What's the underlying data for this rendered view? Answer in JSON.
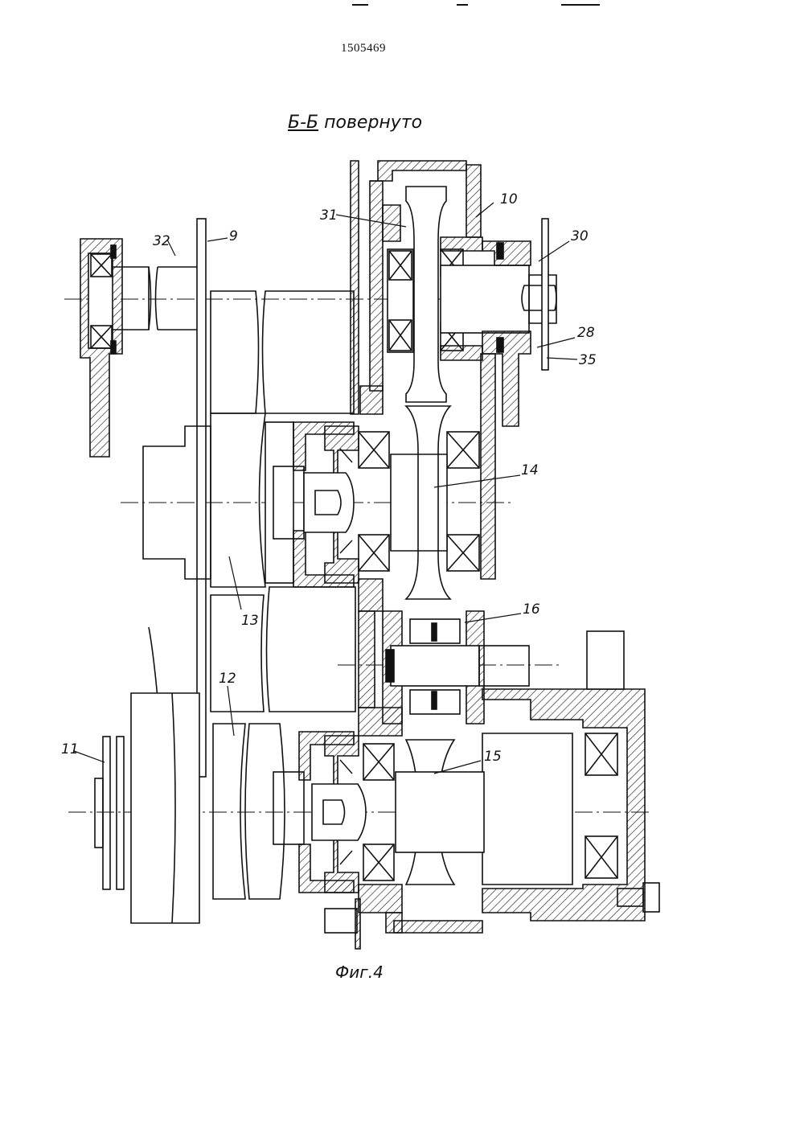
{
  "header": {
    "patent_number": "1505469",
    "section_prefix": "Б-Б",
    "section_suffix": " повернуто"
  },
  "figure_caption": "Фиг.4",
  "reference_labels": [
    "9",
    "10",
    "11",
    "12",
    "13",
    "14",
    "15",
    "16",
    "28",
    "30",
    "31",
    "32",
    "35"
  ],
  "colors": {
    "line": "#111111",
    "hatch": "#111111",
    "background": "#ffffff"
  }
}
